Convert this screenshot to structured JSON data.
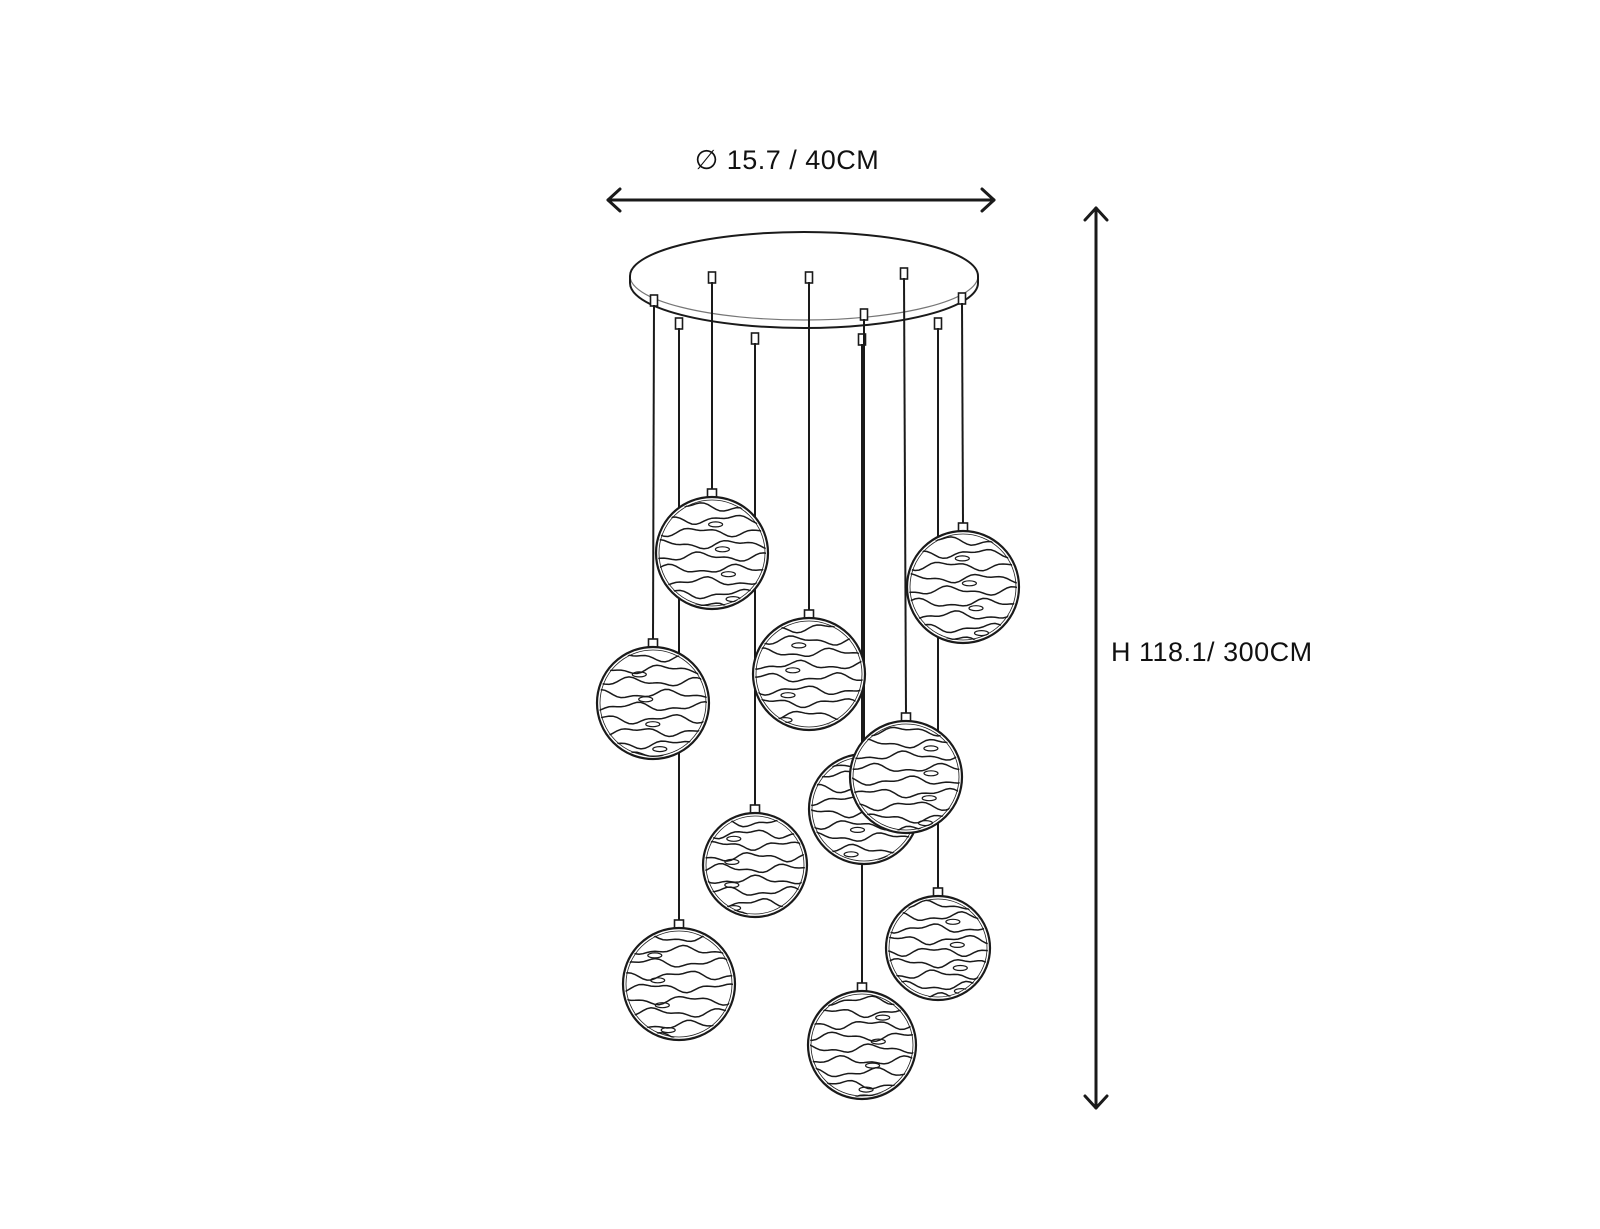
{
  "labels": {
    "diameter": "∅ 15.7 / 40CM",
    "height": "H 118.1/ 300CM"
  },
  "colors": {
    "line": "#1a1a1a",
    "background": "#ffffff"
  },
  "icons": {
    "diameter_arrow": "double-arrow-horizontal",
    "height_arrow": "double-arrow-vertical"
  },
  "fixture": {
    "pendant_count": 10
  }
}
